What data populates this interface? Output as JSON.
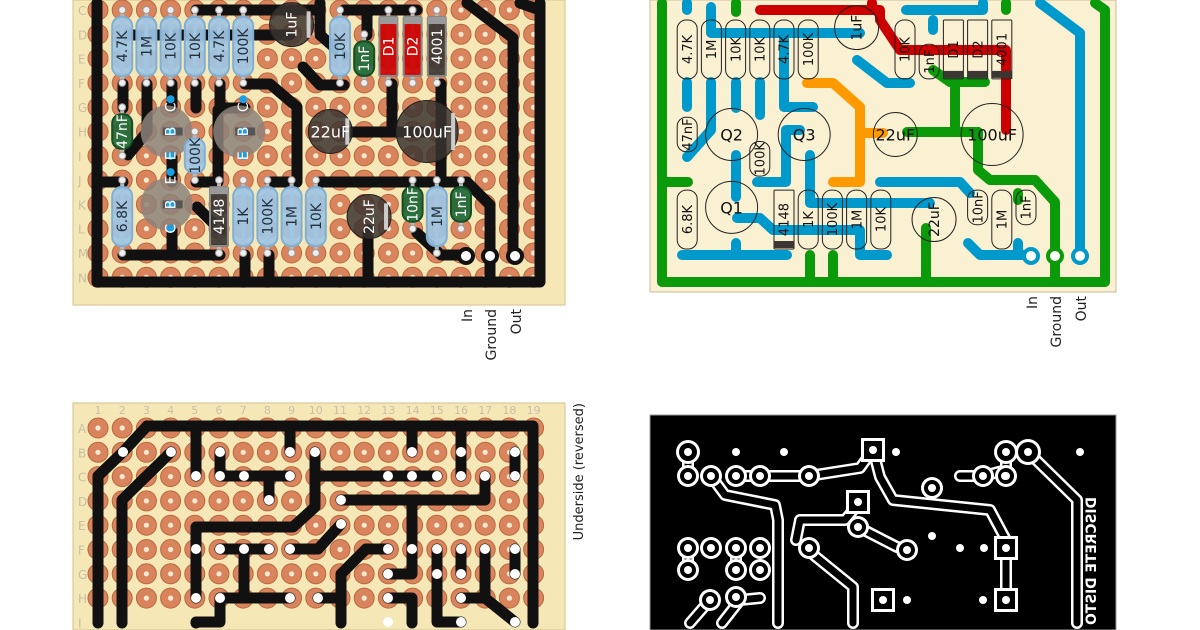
{
  "colors": {
    "board": "#f6e8b6",
    "board_edge": "#d2c28e",
    "copper": "#d9845c",
    "copper_edge": "#b8683f",
    "trace_black": "#111111",
    "resistor_blue": "#9fc6e4",
    "film_cap_green": "#1e6a36",
    "diode_red": "#cc0000",
    "diode_dark": "#3c3632",
    "electrolytic": "#3b3430",
    "transistor": "#8c827a",
    "pin_blue": "#1aa0e6",
    "layout_board": "#faf0d2",
    "trace_green": "#0a9a0a",
    "trace_blue": "#0099cc",
    "trace_red": "#cc0000",
    "trace_orange": "#ff9900",
    "pcb_black": "#000000"
  },
  "row_letters": [
    "A",
    "B",
    "C",
    "D",
    "E",
    "F",
    "G",
    "H",
    "I",
    "J",
    "K",
    "L",
    "M",
    "N"
  ],
  "column_numbers": [
    "1",
    "2",
    "3",
    "4",
    "5",
    "6",
    "7",
    "8",
    "9",
    "10",
    "11",
    "12",
    "13",
    "14",
    "15",
    "16",
    "17",
    "18",
    "19"
  ],
  "components": [
    {
      "type": "resistor",
      "label": "4.7K",
      "col": 2,
      "from": 3,
      "to": 6
    },
    {
      "type": "resistor",
      "label": "1M",
      "col": 3,
      "from": 3,
      "to": 6
    },
    {
      "type": "resistor",
      "label": "10K",
      "col": 4,
      "from": 3,
      "to": 6
    },
    {
      "type": "resistor",
      "label": "10K",
      "col": 5,
      "from": 3,
      "to": 6
    },
    {
      "type": "resistor",
      "label": "4.7K",
      "col": 6,
      "from": 3,
      "to": 6
    },
    {
      "type": "resistor",
      "label": "100K",
      "col": 7,
      "from": 3,
      "to": 6
    },
    {
      "type": "electrolytic",
      "label": "1uF",
      "col": 9,
      "row": 3.6,
      "radius": "small"
    },
    {
      "type": "resistor",
      "label": "10K",
      "col": 11,
      "from": 3,
      "to": 6
    },
    {
      "type": "film_cap",
      "label": "1nF",
      "col": 12,
      "from": 4,
      "to": 6
    },
    {
      "type": "diode",
      "label": "D1",
      "variant": "red",
      "col": 13,
      "from": 3,
      "to": 6
    },
    {
      "type": "diode",
      "label": "D2",
      "variant": "red",
      "col": 14,
      "from": 3,
      "to": 6
    },
    {
      "type": "diode",
      "label": "4001",
      "variant": "dark",
      "col": 15,
      "from": 3,
      "to": 6
    },
    {
      "type": "film_cap",
      "label": "47nF",
      "col": 2,
      "from": 7,
      "to": 9
    },
    {
      "type": "transistor",
      "name": "Q2",
      "col": 4,
      "row": 8,
      "pins": [
        "C",
        "B",
        "E"
      ]
    },
    {
      "type": "resistor",
      "label": "100K",
      "col": 5,
      "from": 8,
      "to": 10
    },
    {
      "type": "transistor",
      "name": "Q3",
      "col": 7,
      "row": 8,
      "pins": [
        "C",
        "B",
        "E"
      ]
    },
    {
      "type": "electrolytic",
      "label": "22uF",
      "col": 10.6,
      "row": 8,
      "radius": "small"
    },
    {
      "type": "electrolytic",
      "label": "100uF",
      "col": 14.6,
      "row": 8,
      "radius": "large"
    },
    {
      "type": "resistor",
      "label": "6.8K",
      "col": 2,
      "from": 10,
      "to": 13
    },
    {
      "type": "transistor",
      "name": "Q1",
      "col": 4,
      "row": 11,
      "pins": [
        "E",
        "B",
        "C"
      ]
    },
    {
      "type": "diode",
      "label": "4148",
      "variant": "dark",
      "col": 6,
      "from": 10,
      "to": 13
    },
    {
      "type": "resistor",
      "label": "1K",
      "col": 7,
      "from": 10,
      "to": 13
    },
    {
      "type": "resistor",
      "label": "100K",
      "col": 8,
      "from": 10,
      "to": 13
    },
    {
      "type": "resistor",
      "label": "1M",
      "col": 9,
      "from": 10,
      "to": 13
    },
    {
      "type": "resistor",
      "label": "10K",
      "col": 10,
      "from": 10,
      "to": 13
    },
    {
      "type": "electrolytic",
      "label": "22uF",
      "col": 12.2,
      "row": 11.5,
      "radius": "small"
    },
    {
      "type": "film_cap",
      "label": "10nF",
      "col": 14,
      "from": 10,
      "to": 12
    },
    {
      "type": "resistor",
      "label": "1M",
      "col": 15,
      "from": 10,
      "to": 13
    },
    {
      "type": "film_cap",
      "label": "1nF",
      "col": 16,
      "from": 10,
      "to": 12
    }
  ],
  "connectors": {
    "in": "In",
    "ground": "Ground",
    "out": "Out"
  },
  "underside_label": "Underside (reversed)",
  "pcb_text": "DISCRETE DISTO"
}
